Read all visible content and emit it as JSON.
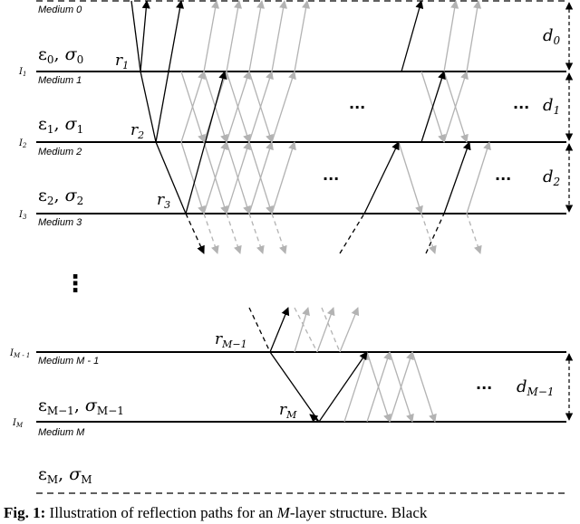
{
  "colors": {
    "primary_ray": "#000000",
    "secondary_ray": "#b3b3b3",
    "boundary": "#000000"
  },
  "boundaries": [
    {
      "id": "I1",
      "label_main": "I",
      "label_sub": "1",
      "medium_label": "Medium 1"
    },
    {
      "id": "I2",
      "label_main": "I",
      "label_sub": "2",
      "medium_label": "Medium 2"
    },
    {
      "id": "I3",
      "label_main": "I",
      "label_sub": "3",
      "medium_label": "Medium 3"
    },
    {
      "id": "IM1",
      "label_main": "I",
      "label_sub": "M - 1",
      "medium_label": "Medium M - 1"
    },
    {
      "id": "IM",
      "label_main": "I",
      "label_sub": "M",
      "medium_label": "Medium M"
    }
  ],
  "top_medium_label": "Medium 0",
  "media_params": [
    {
      "eps": "ε",
      "eps_sub": "0",
      "sig": "σ",
      "sig_sub": "0"
    },
    {
      "eps": "ε",
      "eps_sub": "1",
      "sig": "σ",
      "sig_sub": "1"
    },
    {
      "eps": "ε",
      "eps_sub": "2",
      "sig": "σ",
      "sig_sub": "2"
    },
    {
      "eps": "ε",
      "eps_sub": "M−1",
      "sig": "σ",
      "sig_sub": "M−1"
    },
    {
      "eps": "ε",
      "eps_sub": "M",
      "sig": "σ",
      "sig_sub": "M"
    }
  ],
  "reflection_labels": [
    {
      "main": "r",
      "sub": "1"
    },
    {
      "main": "r",
      "sub": "2"
    },
    {
      "main": "r",
      "sub": "3"
    },
    {
      "main": "r",
      "sub": "M−1"
    },
    {
      "main": "r",
      "sub": "M"
    }
  ],
  "thickness_labels": [
    {
      "main": "d",
      "sub": "0"
    },
    {
      "main": "d",
      "sub": "1"
    },
    {
      "main": "d",
      "sub": "2"
    },
    {
      "main": "d",
      "sub": "M−1"
    }
  ],
  "ellipsis": "···",
  "vertical_ellipsis": "⋮",
  "caption": {
    "prefix": "Fig. 1:",
    "text_start": " Illustration of reflection paths for an ",
    "var": "M",
    "text_end": "-layer structure. Black"
  }
}
